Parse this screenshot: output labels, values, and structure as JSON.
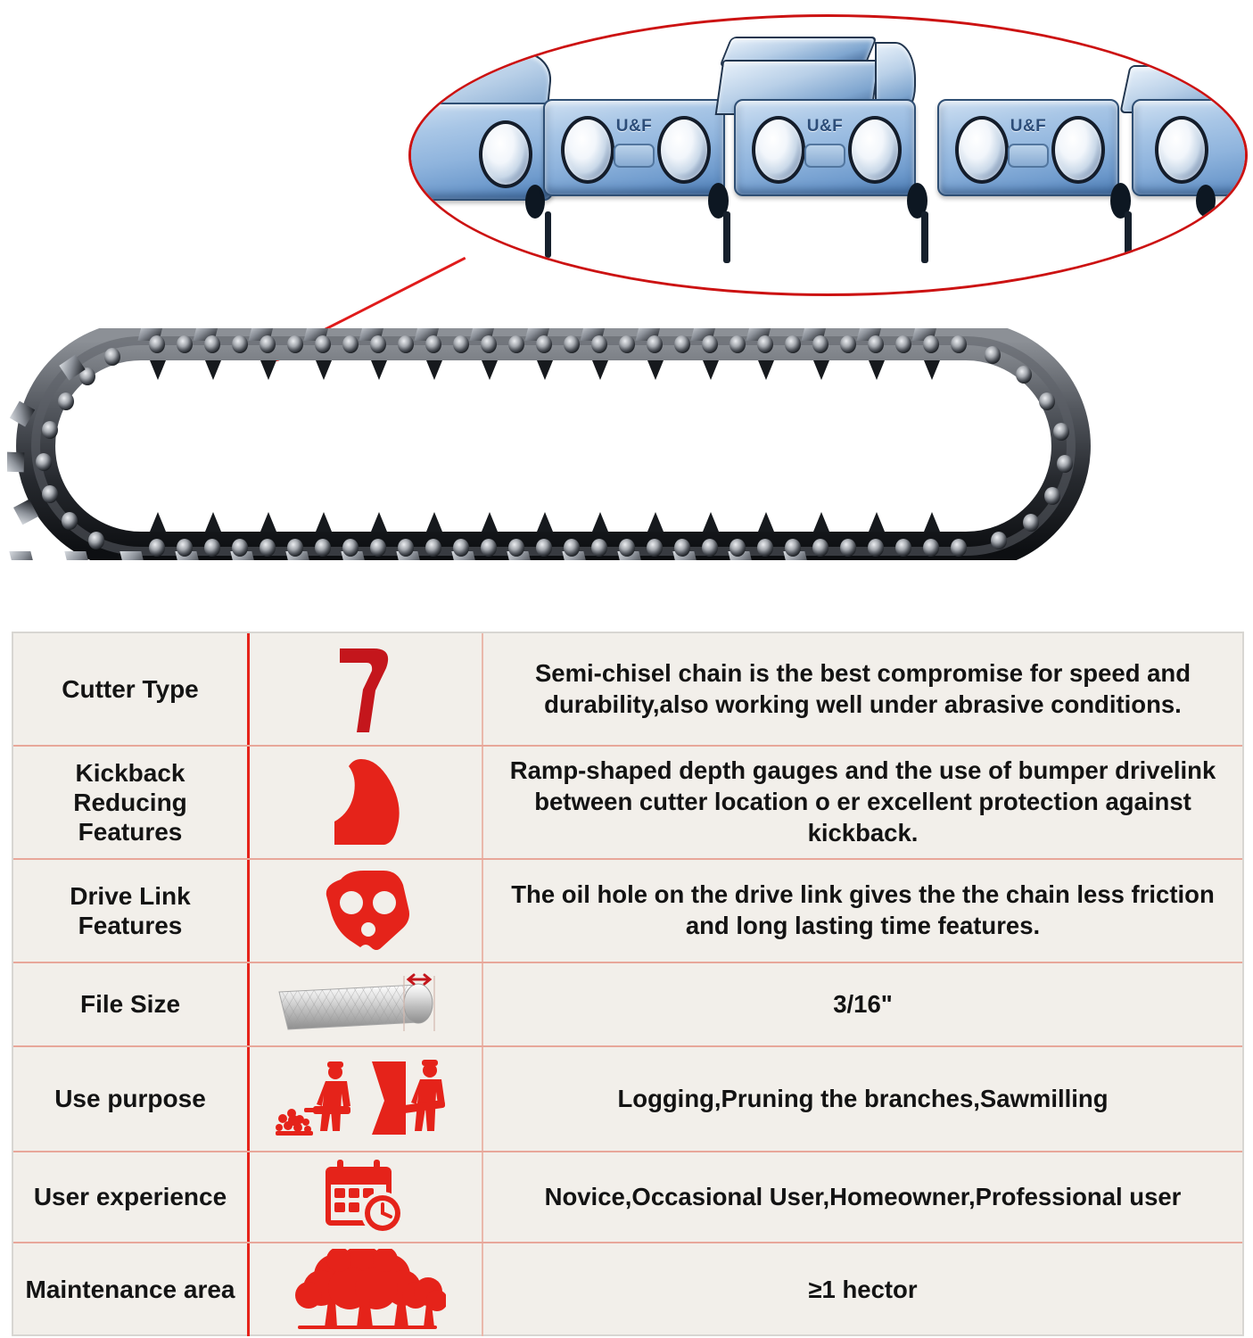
{
  "hero": {
    "magnifier": {
      "name": "magnified-chain-detail",
      "brand_stamp": "U&F",
      "brand_stamp_count": 3,
      "link_color": "#8fb4dd",
      "outline_color": "#cc1212"
    },
    "chain_loop": {
      "name": "chainsaw-chain-loop",
      "color": "#23262b"
    },
    "callout": {
      "dot_color": "#e8140f",
      "line_color": "#e01b1b"
    }
  },
  "table": {
    "name": "chain-specification-table",
    "accent_divider": "#e5231a",
    "row_divider": "#e8a79a",
    "cell_background": "#f2efea",
    "icon_color": "#e5231a",
    "rows": [
      {
        "label": "Cutter Type",
        "icon": "semi-chisel-cutter-icon",
        "description": "Semi-chisel chain is the best compromise for speed and durability,also working well under abrasive conditions."
      },
      {
        "label": "Kickback Reducing Features",
        "icon": "ramp-depth-gauge-icon",
        "description": "Ramp-shaped depth gauges and the use of bumper drivelink between cutter location o er excellent protection against kickback."
      },
      {
        "label": "Drive Link Features",
        "icon": "drive-link-oil-hole-icon",
        "description": "The oil hole on the drive link gives the the chain less friction and long lasting time features."
      },
      {
        "label": "File Size",
        "icon": "round-file-icon",
        "description": "3/16\""
      },
      {
        "label": "Use purpose",
        "icon": "logging-sawmilling-icon",
        "description": "Logging,Pruning the branches,Sawmilling"
      },
      {
        "label": "User experience",
        "icon": "calendar-clock-icon",
        "description": "Novice,Occasional User,Homeowner,Professional user"
      },
      {
        "label": "Maintenance area",
        "icon": "trees-icon",
        "description": "≥1 hector"
      }
    ]
  }
}
